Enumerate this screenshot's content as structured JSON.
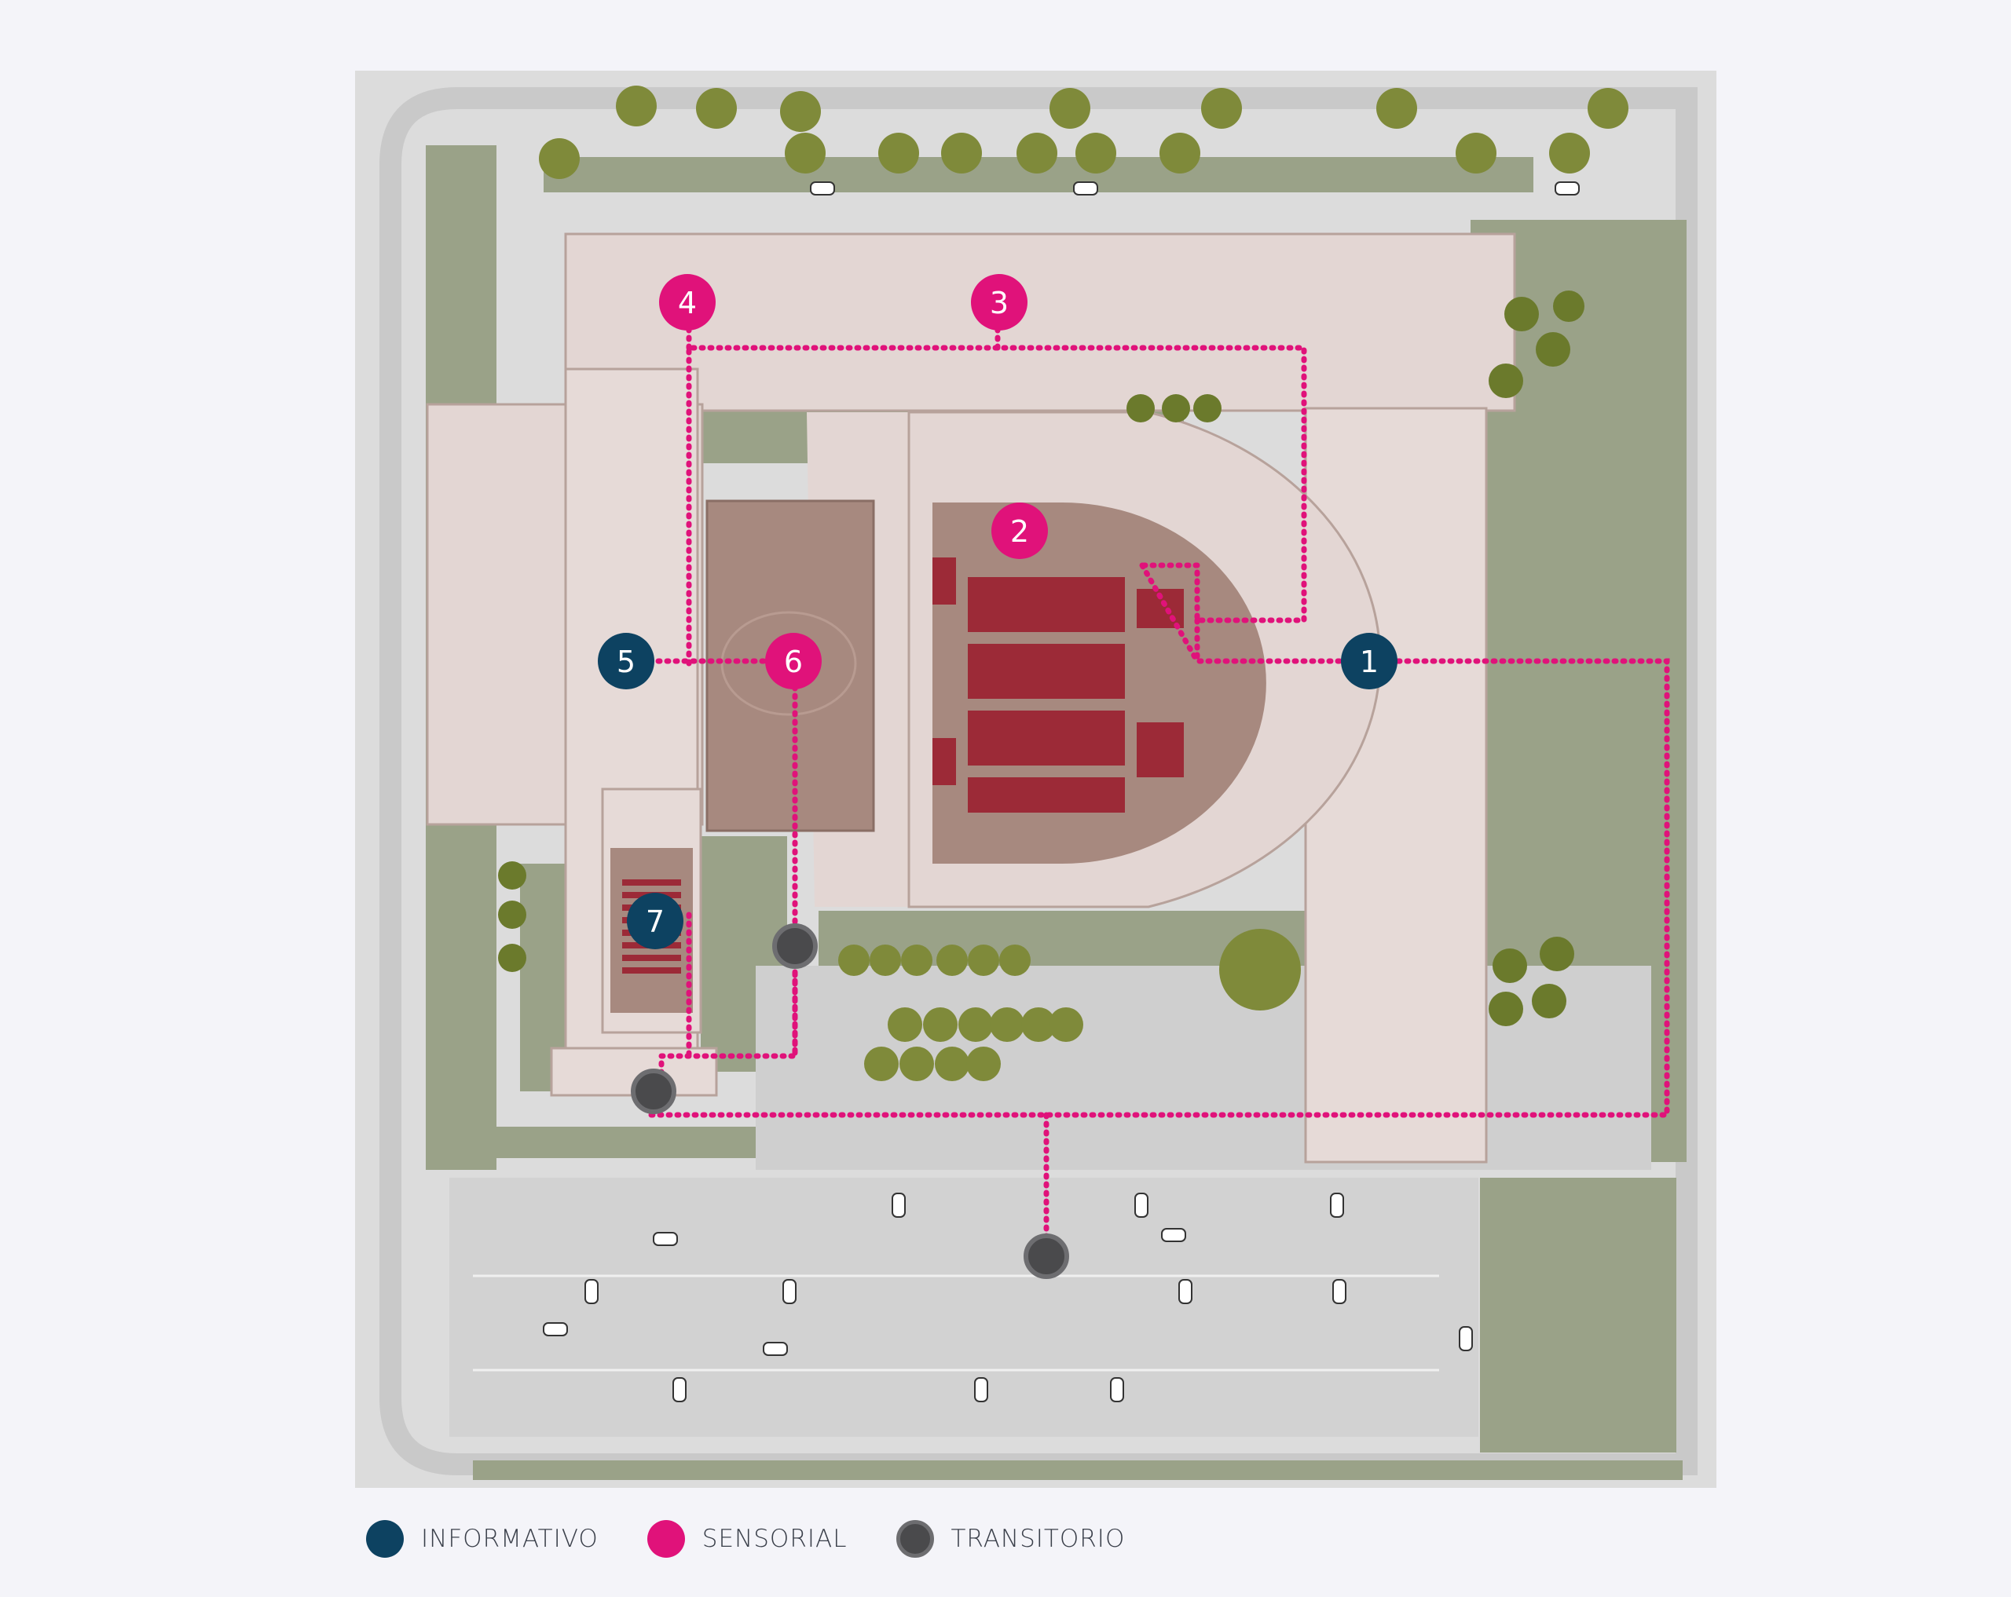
{
  "colors": {
    "informativo": "#0d4261",
    "sensorial": "#e0127a",
    "transitorio": "#4a4a4c",
    "route": "#e0127a",
    "background": "#f4f4f9",
    "site": "#dcdcdc",
    "lawn": "#9aa288",
    "building": "#e3d6d3",
    "stage": "#a7897f",
    "seats": "#9c2a37"
  },
  "markers": [
    {
      "id": "1",
      "label": "1",
      "type": "informativo"
    },
    {
      "id": "2",
      "label": "2",
      "type": "sensorial"
    },
    {
      "id": "3",
      "label": "3",
      "type": "sensorial"
    },
    {
      "id": "4",
      "label": "4",
      "type": "sensorial"
    },
    {
      "id": "5",
      "label": "5",
      "type": "informativo"
    },
    {
      "id": "6",
      "label": "6",
      "type": "sensorial"
    },
    {
      "id": "7",
      "label": "7",
      "type": "informativo"
    }
  ],
  "transit_points": 3,
  "legend": [
    {
      "key": "informativo",
      "label": "INFORMATIVO",
      "icon": "filled-circle-icon"
    },
    {
      "key": "sensorial",
      "label": "SENSORIAL",
      "icon": "filled-circle-icon"
    },
    {
      "key": "transitorio",
      "label": "TRANSITORIO",
      "icon": "ring-circle-icon"
    }
  ]
}
